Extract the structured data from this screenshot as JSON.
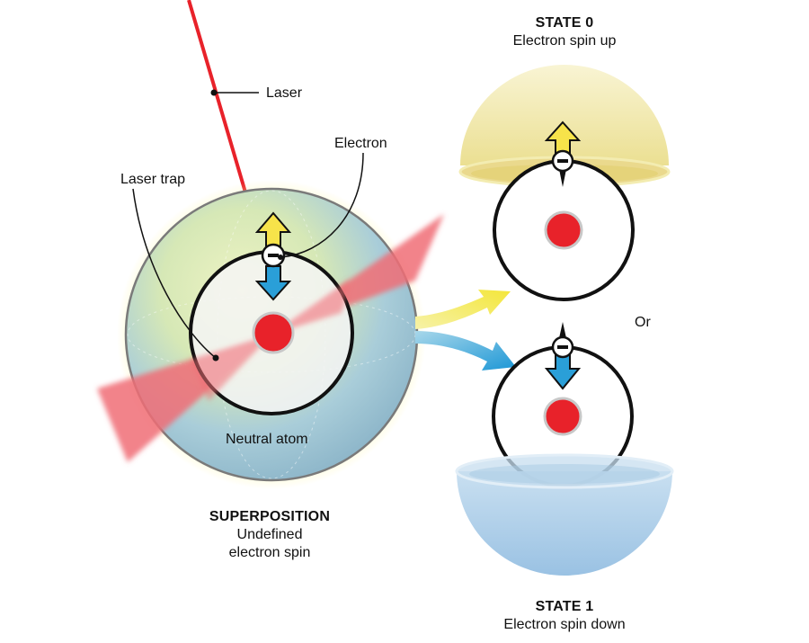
{
  "labels": {
    "laser": "Laser",
    "electron": "Electron",
    "laser_trap": "Laser trap",
    "neutral_atom": "Neutral atom",
    "or": "Or",
    "electron_sign": "−"
  },
  "superposition": {
    "title": "SUPERPOSITION",
    "line1": "Undefined",
    "line2": "electron spin"
  },
  "state0": {
    "title": "STATE 0",
    "subtitle": "Electron spin up"
  },
  "state1": {
    "title": "STATE 1",
    "subtitle": "Electron spin down"
  },
  "colors": {
    "laser": "#e8222a",
    "laser_beam_soft": "#f06d75",
    "nucleus": "#e8222a",
    "spin_up": "#f7e34a",
    "spin_down": "#2a9fd8",
    "dome_top": "#f3ecb1",
    "dome_bottom": "#a9cce8",
    "outline": "#111111"
  },
  "icons": [
    "spin-up-arrow-icon",
    "spin-down-arrow-icon",
    "electron-minus-icon"
  ]
}
